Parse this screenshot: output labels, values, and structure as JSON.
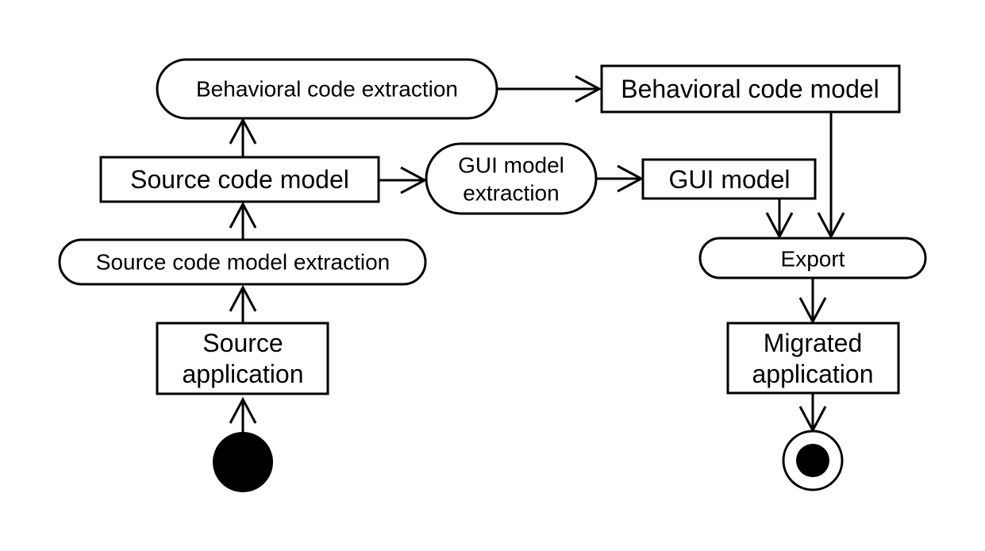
{
  "diagram": {
    "type": "uml-activity-diagram",
    "colors": {
      "stroke": "#000000",
      "fill": "#ffffff",
      "initial_node": "#000000"
    },
    "nodes": {
      "initial": {
        "kind": "initial-node",
        "label": ""
      },
      "source_application": {
        "kind": "object",
        "lines": [
          "Source",
          "application"
        ]
      },
      "source_code_model_extraction": {
        "kind": "action",
        "lines": [
          "Source code model extraction"
        ]
      },
      "source_code_model": {
        "kind": "object",
        "lines": [
          "Source code model"
        ]
      },
      "behavioral_code_extraction": {
        "kind": "action",
        "lines": [
          "Behavioral code extraction"
        ]
      },
      "behavioral_code_model": {
        "kind": "object",
        "lines": [
          "Behavioral code model"
        ]
      },
      "gui_model_extraction": {
        "kind": "action",
        "lines": [
          "GUI model",
          "extraction"
        ]
      },
      "gui_model": {
        "kind": "object",
        "lines": [
          "GUI model"
        ]
      },
      "export": {
        "kind": "action",
        "lines": [
          "Export"
        ]
      },
      "migrated_application": {
        "kind": "object",
        "lines": [
          "Migrated",
          "application"
        ]
      },
      "final": {
        "kind": "final-node",
        "label": ""
      }
    },
    "edges": [
      {
        "from": "initial",
        "to": "source_application"
      },
      {
        "from": "source_application",
        "to": "source_code_model_extraction"
      },
      {
        "from": "source_code_model_extraction",
        "to": "source_code_model"
      },
      {
        "from": "source_code_model",
        "to": "behavioral_code_extraction"
      },
      {
        "from": "source_code_model",
        "to": "gui_model_extraction"
      },
      {
        "from": "behavioral_code_extraction",
        "to": "behavioral_code_model"
      },
      {
        "from": "gui_model_extraction",
        "to": "gui_model"
      },
      {
        "from": "gui_model",
        "to": "export"
      },
      {
        "from": "behavioral_code_model",
        "to": "export"
      },
      {
        "from": "export",
        "to": "migrated_application"
      },
      {
        "from": "migrated_application",
        "to": "final"
      }
    ]
  }
}
